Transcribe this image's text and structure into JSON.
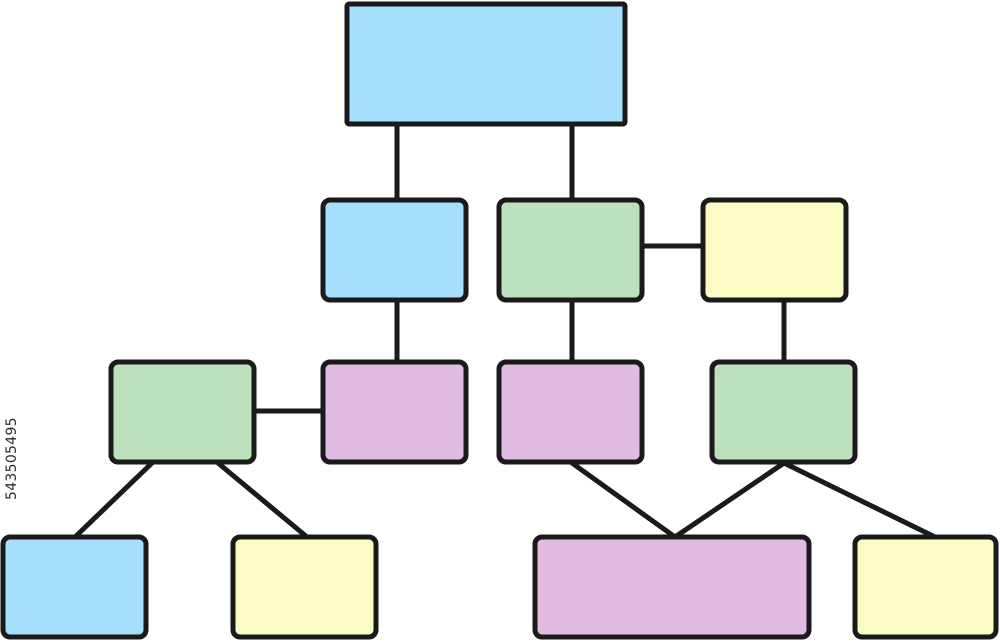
{
  "stock_id": "543505495",
  "colors": {
    "outline": "#1a1a1a",
    "blue": "#a5dffc",
    "green": "#bde1bc",
    "yellow": "#fcfcc7",
    "purple": "#e0bce2",
    "background": "#ffffff"
  },
  "nodes": [
    {
      "id": "root",
      "color": "blue"
    },
    {
      "id": "level2-left",
      "color": "blue"
    },
    {
      "id": "level2-middle",
      "color": "green"
    },
    {
      "id": "level2-right",
      "color": "yellow"
    },
    {
      "id": "level3-far-left",
      "color": "green"
    },
    {
      "id": "level3-left",
      "color": "purple"
    },
    {
      "id": "level3-middle",
      "color": "purple"
    },
    {
      "id": "level3-right",
      "color": "green"
    },
    {
      "id": "level4-far-left",
      "color": "blue"
    },
    {
      "id": "level4-left",
      "color": "yellow"
    },
    {
      "id": "level4-wide",
      "color": "purple"
    },
    {
      "id": "level4-right",
      "color": "yellow"
    }
  ],
  "edges": [
    {
      "from": "root",
      "to": "level2-left"
    },
    {
      "from": "root",
      "to": "level2-middle"
    },
    {
      "from": "level2-middle",
      "to": "level2-right"
    },
    {
      "from": "level2-left",
      "to": "level3-left"
    },
    {
      "from": "level2-middle",
      "to": "level3-middle"
    },
    {
      "from": "level2-right",
      "to": "level3-right"
    },
    {
      "from": "level3-far-left",
      "to": "level3-left"
    },
    {
      "from": "level3-far-left",
      "to": "level4-far-left"
    },
    {
      "from": "level3-far-left",
      "to": "level4-left"
    },
    {
      "from": "level3-middle",
      "to": "level4-wide"
    },
    {
      "from": "level3-right",
      "to": "level4-wide"
    },
    {
      "from": "level3-right",
      "to": "level4-right"
    }
  ]
}
